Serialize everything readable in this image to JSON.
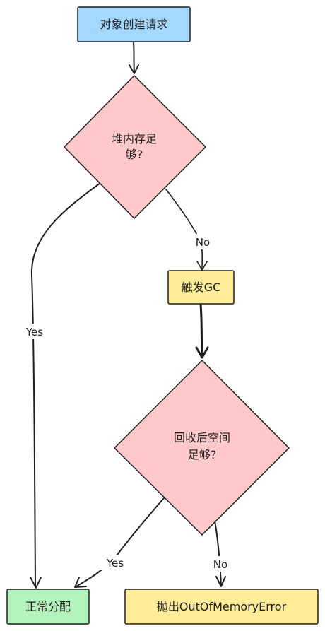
{
  "diagram": {
    "nodes": {
      "start": {
        "label": "对象创建请求",
        "color": "#a5d8ff"
      },
      "heap_check": {
        "label_line1": "堆内存足",
        "label_line2": "够?",
        "color": "#ffc9c9"
      },
      "trigger_gc": {
        "label": "触发GC",
        "color": "#ffec99"
      },
      "after_gc_check": {
        "label_line1": "回收后空间",
        "label_line2": "足够?",
        "color": "#ffc9c9"
      },
      "normal_alloc": {
        "label": "正常分配",
        "color": "#b2f2bb"
      },
      "oom": {
        "label": "抛出OutOfMemoryError",
        "color": "#ffec99"
      }
    },
    "edges": {
      "heap_yes": "Yes",
      "heap_no": "No",
      "gc_yes": "Yes",
      "gc_no": "No"
    },
    "stroke_color": "#1e1e1e"
  }
}
